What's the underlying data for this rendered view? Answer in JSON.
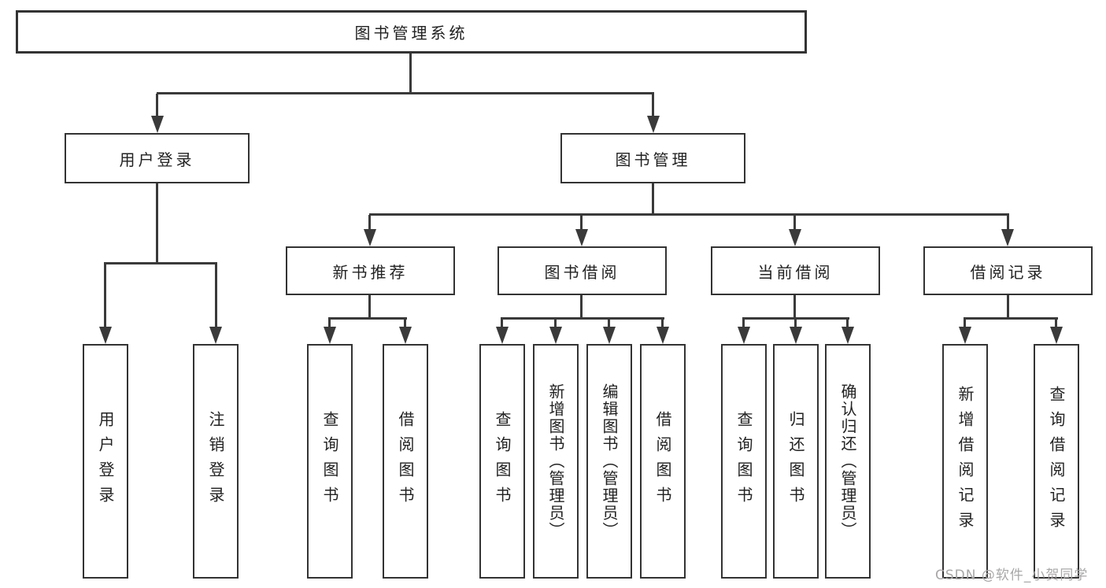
{
  "diagram": {
    "root": {
      "label": "图书管理系统"
    },
    "branches": [
      {
        "label": "用户登录",
        "children": [
          {
            "label": "用户登录"
          },
          {
            "label": "注销登录"
          }
        ]
      },
      {
        "label": "图书管理",
        "groups": [
          {
            "label": "新书推荐",
            "children": [
              {
                "label": "查询图书"
              },
              {
                "label": "借阅图书"
              }
            ]
          },
          {
            "label": "图书借阅",
            "children": [
              {
                "label": "查询图书"
              },
              {
                "label": "新增图书（管理员）"
              },
              {
                "label": "编辑图书（管理员）"
              },
              {
                "label": "借阅图书"
              }
            ]
          },
          {
            "label": "当前借阅",
            "children": [
              {
                "label": "查询图书"
              },
              {
                "label": "归还图书"
              },
              {
                "label": "确认归还（管理员）"
              }
            ]
          },
          {
            "label": "借阅记录",
            "children": [
              {
                "label": "新增借阅记录"
              },
              {
                "label": "查询借阅记录"
              }
            ]
          }
        ]
      }
    ]
  },
  "watermark": {
    "text": "CSDN @软件_小贺同学"
  },
  "colors": {
    "line": "#3a3a3a",
    "border": "#333333",
    "text": "#222222",
    "background": "#ffffff",
    "watermark": "#aaa7a7"
  }
}
